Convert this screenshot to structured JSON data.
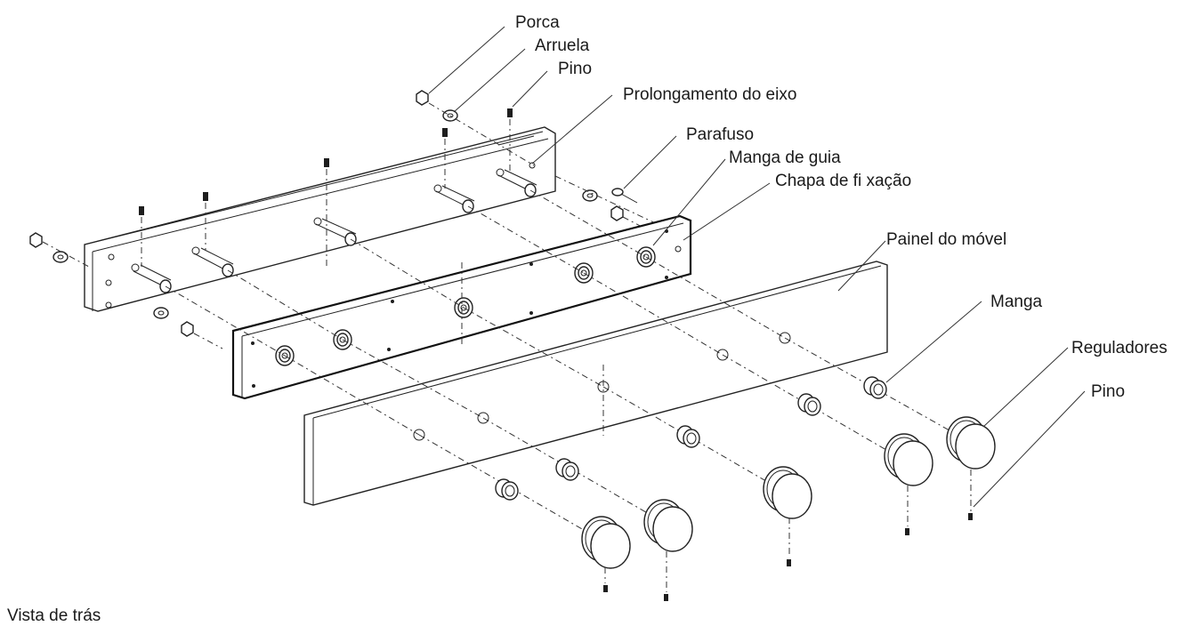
{
  "labels": {
    "porca": "Porca",
    "arruela": "Arruela",
    "pino_top": "Pino",
    "prolongamento": "Prolongamento do eixo",
    "parafuso": "Parafuso",
    "manga_guia": "Manga de guia",
    "chapa": "Chapa de fi xação",
    "painel": "Painel do móvel",
    "manga": "Manga",
    "reguladores": "Reguladores",
    "pino_right": "Pino"
  },
  "caption": "Vista de trás"
}
